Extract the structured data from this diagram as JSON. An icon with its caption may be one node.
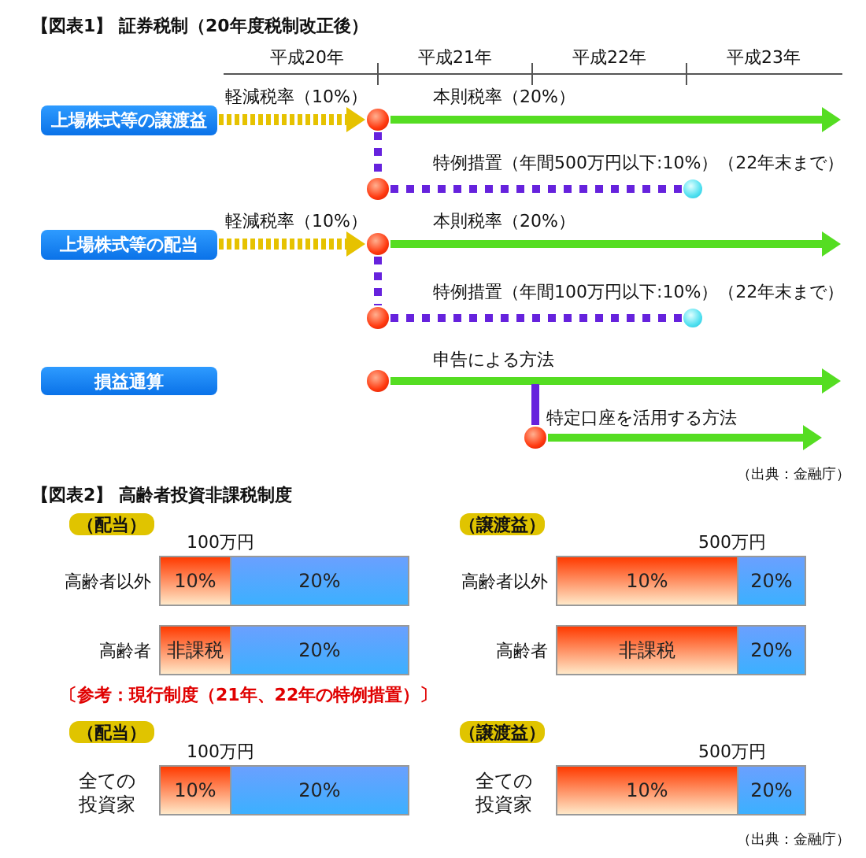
{
  "diagram": {
    "nodes": [
      {
        "text": [
          "上場株式等の譲渡益"
        ]
      },
      {
        "text": [],
        "shape": "circle"
      },
      {
        "text": [],
        "shape": "circle"
      },
      {
        "text": [],
        "shape": "circle"
      },
      {
        "text": [
          "上場株式等の配当"
        ]
      },
      {
        "text": [],
        "shape": "circle"
      },
      {
        "text": [],
        "shape": "circle"
      },
      {
        "text": [],
        "shape": "circle"
      },
      {
        "text": [
          "損益通算"
        ]
      },
      {
        "text": [],
        "shape": "circle"
      },
      {
        "text": [],
        "shape": "circle"
      },
      {
        "text": [
          "（配当）"
        ]
      },
      {
        "text": [
          "（譲渡益）"
        ]
      },
      {
        "text": [
          "10%"
        ]
      },
      {
        "text": [
          "20%"
        ]
      },
      {
        "text": [
          "10%"
        ]
      },
      {
        "text": [
          "20%"
        ]
      },
      {
        "text": [
          "非課税"
        ]
      },
      {
        "text": [
          "20%"
        ]
      },
      {
        "text": [
          "非課税"
        ]
      },
      {
        "text": [
          "20%"
        ]
      },
      {
        "text": [
          "（配当）"
        ]
      },
      {
        "text": [
          "（譲渡益）"
        ]
      },
      {
        "text": [
          "10%"
        ]
      },
      {
        "text": [
          "20%"
        ]
      },
      {
        "text": [
          "10%"
        ]
      },
      {
        "text": [
          "20%"
        ]
      }
    ],
    "edges": [
      {
        "from": 0,
        "to": 1,
        "arrow": "to",
        "style": "dashed",
        "color": "#e6c200",
        "label": "軽減税率（10%）"
      },
      {
        "from": 1,
        "to": null,
        "arrow": "to",
        "color": "#55dd22",
        "label": "本則税率（20%）"
      },
      {
        "from": 1,
        "to": 2,
        "arrow": "none",
        "style": "dashed",
        "color": "#6622dd"
      },
      {
        "from": 2,
        "to": 3,
        "arrow": "none",
        "style": "dashed",
        "color": "#6622dd",
        "label": "特例措置（年間500万円以下:10%）（22年末まで）"
      },
      {
        "from": 4,
        "to": 5,
        "arrow": "to",
        "style": "dashed",
        "color": "#e6c200",
        "label": "軽減税率（10%）"
      },
      {
        "from": 5,
        "to": null,
        "arrow": "to",
        "color": "#55dd22",
        "label": "本則税率（20%）"
      },
      {
        "from": 5,
        "to": 6,
        "arrow": "none",
        "style": "dashed",
        "color": "#6622dd"
      },
      {
        "from": 6,
        "to": 7,
        "arrow": "none",
        "style": "dashed",
        "color": "#6622dd",
        "label": "特例措置（年間100万円以下:10%）（22年末まで）"
      },
      {
        "from": 9,
        "to": null,
        "arrow": "to",
        "color": "#55dd22",
        "label": "申告による方法"
      },
      {
        "from": null,
        "to": 10,
        "arrow": "none",
        "color": "#6622dd"
      },
      {
        "from": 10,
        "to": null,
        "arrow": "to",
        "color": "#55dd22",
        "label": "特定口座を活用する方法"
      }
    ],
    "labels": [
      "【図表1】 証券税制（20年度税制改正後）",
      "平成20年",
      "平成21年",
      "平成22年",
      "平成23年",
      "（出典：金融庁）",
      "【図表2】 高齢者投資非課税制度",
      "100万円",
      "500万円",
      "高齢者以外",
      "高齢者以外",
      "高齢者",
      "高齢者",
      "〔参考：現行制度（21年、22年の特例措置）〕",
      "100万円",
      "500万円",
      "全ての投資家",
      "全ての投資家",
      "（出典：金融庁）"
    ]
  }
}
